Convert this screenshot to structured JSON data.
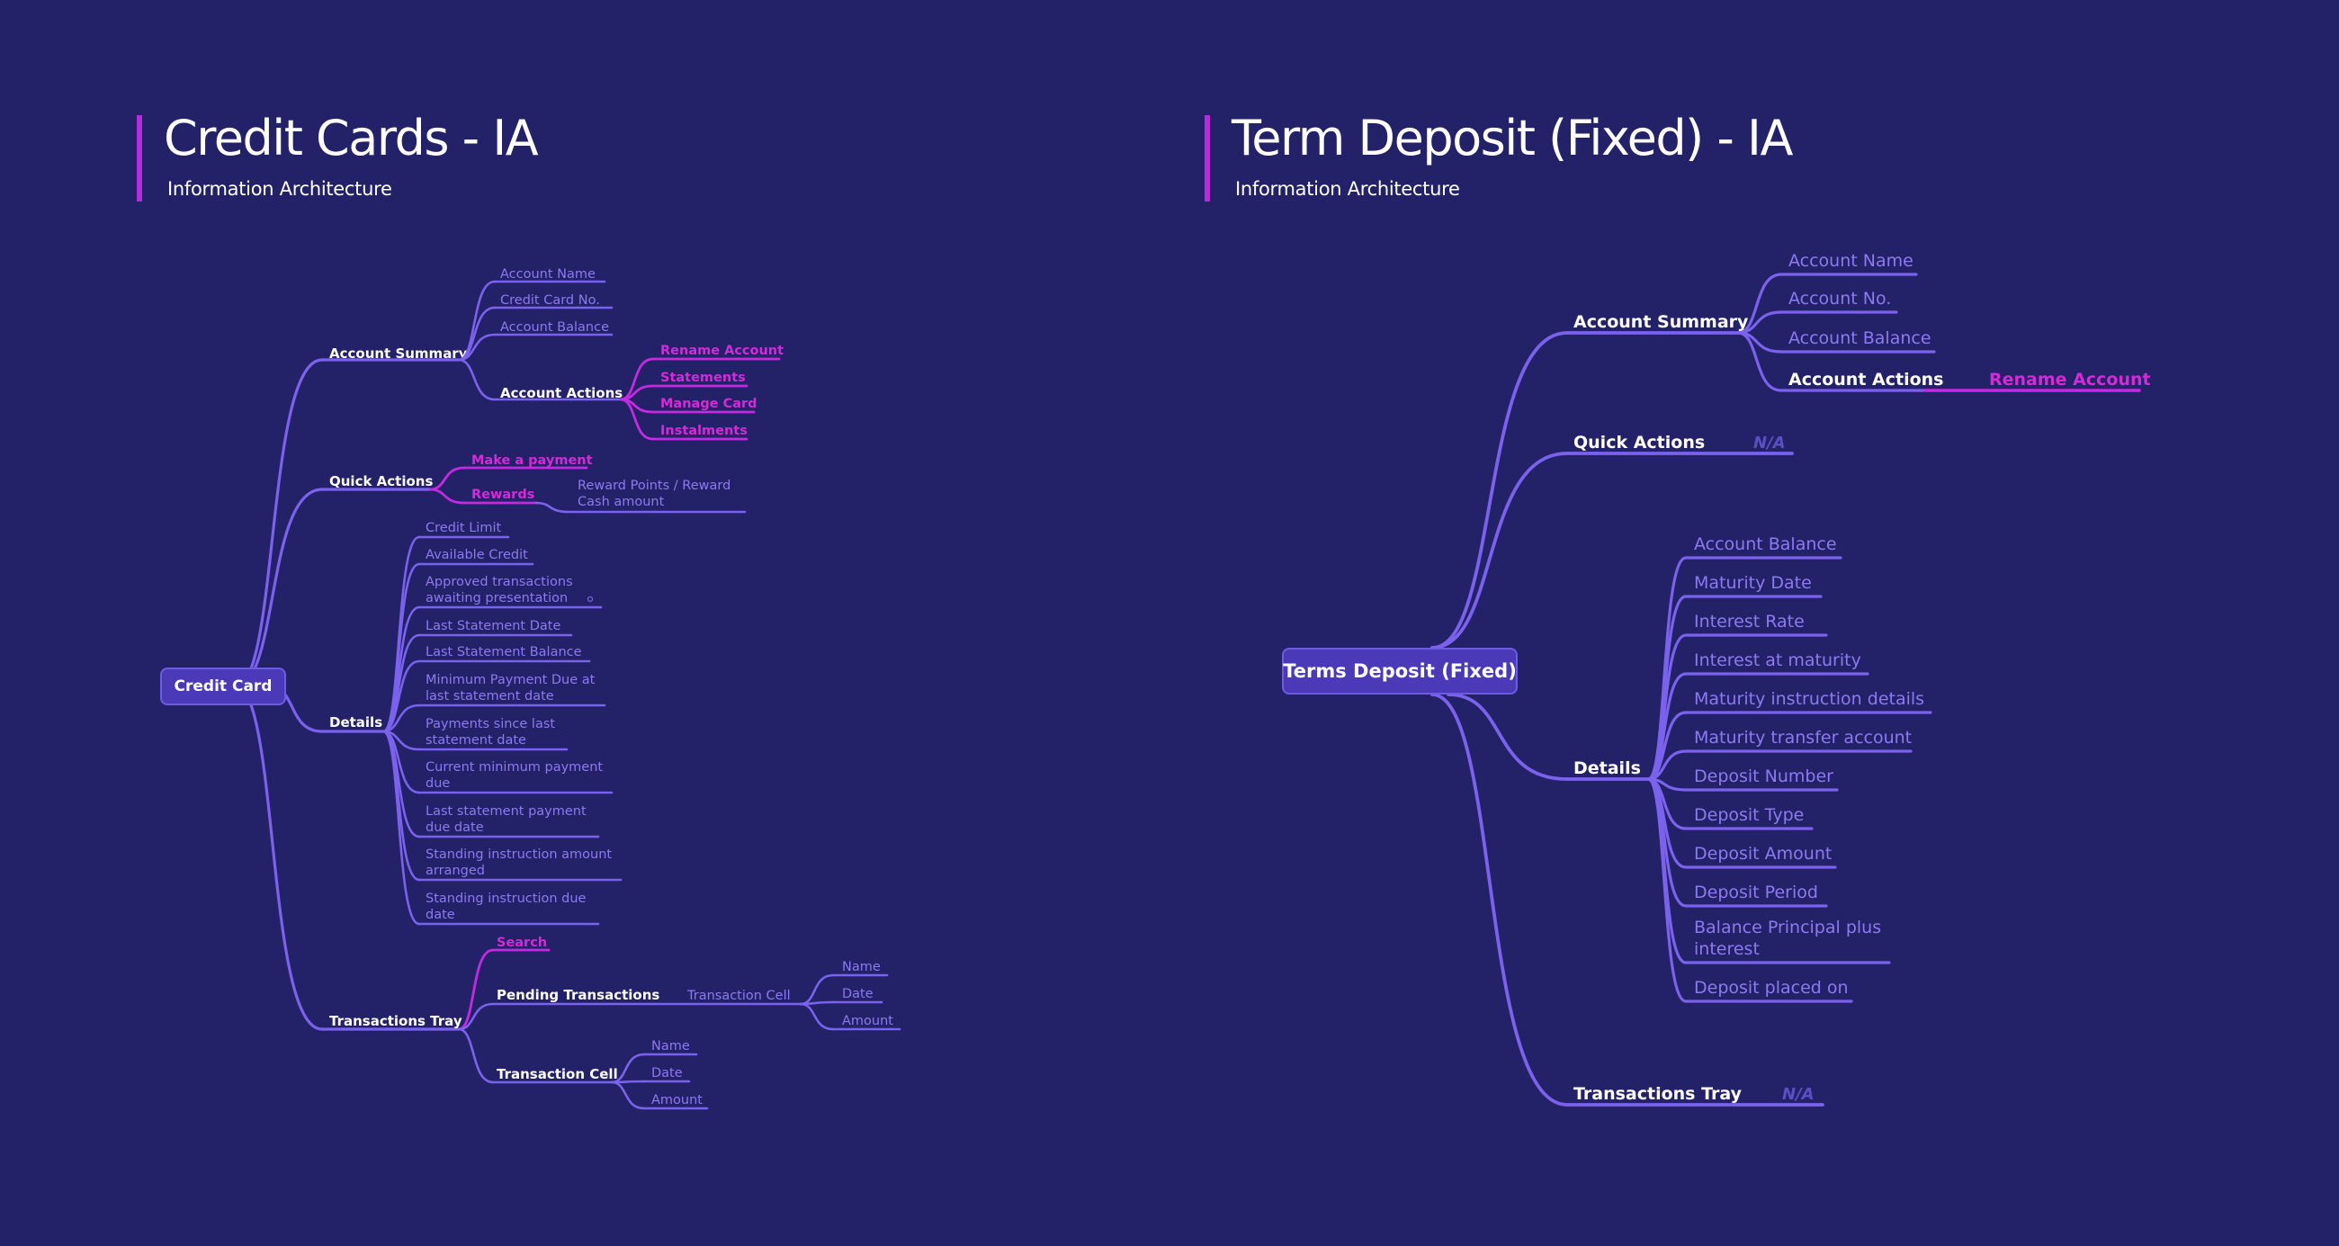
{
  "colors": {
    "background": "#232167",
    "accent_bar": "#b92bd8",
    "line": "#7a62ec",
    "line_pink": "#c42be0",
    "text_white": "#ffffff",
    "text_leaf": "#8d7af0",
    "text_pink": "#d42ad8",
    "text_na": "#5b4fc4",
    "root_fill": "#4a3ab8"
  },
  "credit_card": {
    "title": "Credit Cards  - IA",
    "subtitle": "Information Architecture",
    "root": "Credit Card",
    "account_summary": {
      "label": "Account Summary",
      "items": [
        "Account Name",
        "Credit Card No.",
        "Account Balance"
      ],
      "actions_label": "Account Actions",
      "actions": [
        "Rename Account",
        "Statements",
        "Manage Card",
        "Instalments"
      ]
    },
    "quick_actions": {
      "label": "Quick Actions",
      "make_payment": "Make a payment",
      "rewards": "Rewards",
      "rewards_child": [
        "Reward Points / Reward",
        "Cash amount"
      ]
    },
    "details": {
      "label": "Details",
      "items": [
        [
          "Credit Limit"
        ],
        [
          "Available Credit"
        ],
        [
          "Approved transactions",
          "awaiting presentation"
        ],
        [
          "Last Statement Date"
        ],
        [
          "Last Statement Balance"
        ],
        [
          "Minimum Payment Due at",
          "last statement date"
        ],
        [
          "Payments since last",
          "statement date"
        ],
        [
          "Current minimum payment",
          "due"
        ],
        [
          "Last statement payment",
          "due date"
        ],
        [
          "Standing instruction amount",
          "arranged"
        ],
        [
          "Standing instruction due",
          "date"
        ]
      ]
    },
    "transactions_tray": {
      "label": "Transactions Tray",
      "search": "Search",
      "pending_label": "Pending Transactions",
      "pending_cell": "Transaction Cell",
      "pending_fields": [
        "Name",
        "Date",
        "Amount"
      ],
      "cell_label": "Transaction Cell",
      "cell_fields": [
        "Name",
        "Date",
        "Amount"
      ]
    }
  },
  "term_deposit": {
    "title": "Term Deposit (Fixed)  - IA",
    "subtitle": "Information Architecture",
    "root": "Terms Deposit (Fixed)",
    "account_summary": {
      "label": "Account Summary",
      "items": [
        "Account Name",
        "Account No.",
        "Account Balance"
      ],
      "actions_label": "Account Actions",
      "rename": "Rename Account"
    },
    "quick_actions": {
      "label": "Quick Actions",
      "value": "N/A"
    },
    "details": {
      "label": "Details",
      "items": [
        [
          "Account Balance"
        ],
        [
          "Maturity Date"
        ],
        [
          "Interest Rate"
        ],
        [
          "Interest at maturity"
        ],
        [
          "Maturity instruction details"
        ],
        [
          "Maturity transfer account"
        ],
        [
          "Deposit Number"
        ],
        [
          "Deposit Type"
        ],
        [
          "Deposit Amount"
        ],
        [
          "Deposit Period"
        ],
        [
          "Balance Principal plus",
          "interest"
        ],
        [
          "Deposit placed on"
        ]
      ]
    },
    "transactions_tray": {
      "label": "Transactions Tray",
      "value": "N/A"
    }
  }
}
